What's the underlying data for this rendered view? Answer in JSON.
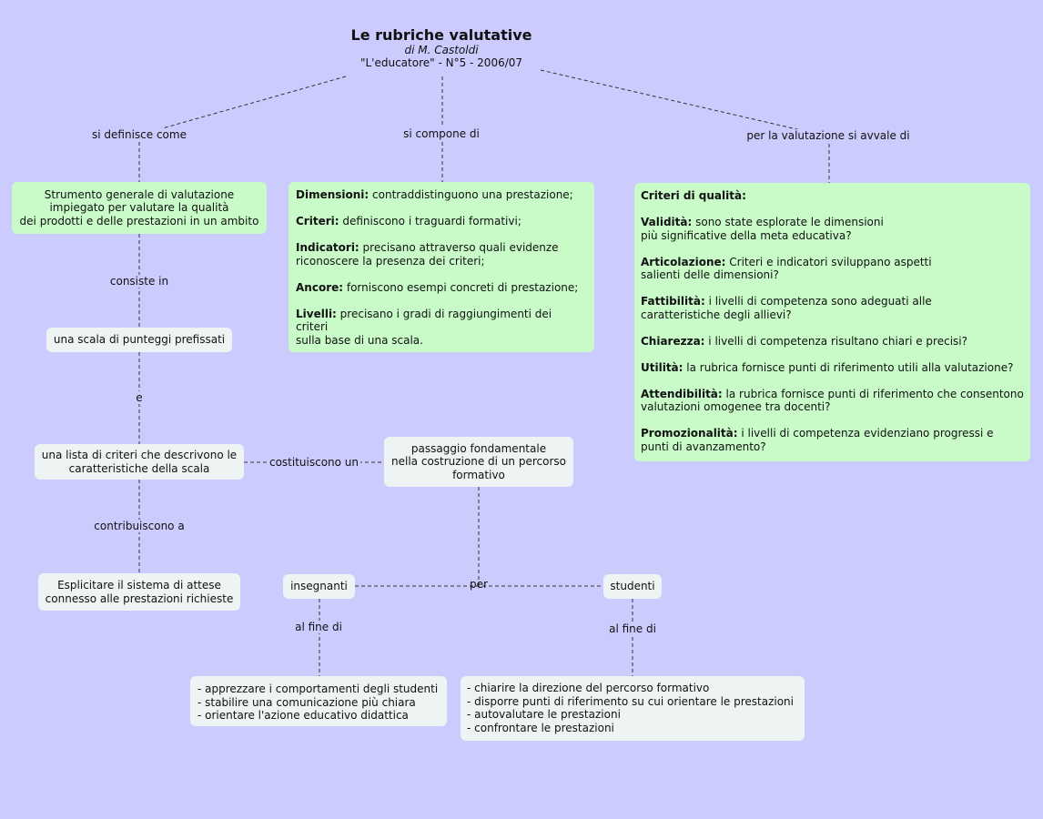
{
  "title": "Le rubriche valutative",
  "author": "di M. Castoldi",
  "source": "\"L'educatore\" - N°5 - 2006/07",
  "links": {
    "si_definisce_come": "si definisce come",
    "si_compone_di": "si compone di",
    "per_la_valutazione": "per la valutazione si avvale di",
    "consiste_in": "consiste in",
    "e": "e",
    "costituiscono_un": "costituiscono un",
    "contribuiscono_a": "contribuiscono a",
    "per": "per",
    "al_fine_di_insegnanti": "al fine di",
    "al_fine_di_studenti": "al fine di"
  },
  "definition": {
    "lines": [
      "Strumento generale di valutazione",
      "impiegato per valutare la qualità",
      "dei prodotti e delle prestazioni in un ambito"
    ]
  },
  "scale": "una scala di punteggi prefissati",
  "criteria_list": {
    "lines": [
      "una lista di criteri che descrivono le",
      "caratteristiche della scala"
    ]
  },
  "explicit": {
    "lines": [
      "Esplicitare il sistema di attese",
      "connesso alle prestazioni richieste"
    ]
  },
  "passage": {
    "lines": [
      "passaggio fondamentale",
      "nella costruzione di un percorso",
      "formativo"
    ]
  },
  "components": [
    {
      "term": "Dimensioni:",
      "lines": [
        " contraddistinguono una prestazione;"
      ]
    },
    {
      "term": "Criteri:",
      "lines": [
        " definiscono i traguardi formativi;"
      ]
    },
    {
      "term": "Indicatori:",
      "lines": [
        " precisano attraverso quali evidenze",
        "riconoscere la presenza dei criteri;"
      ]
    },
    {
      "term": "Ancore:",
      "lines": [
        " forniscono esempi concreti di prestazione;"
      ]
    },
    {
      "term": "Livelli:",
      "lines": [
        " precisano i gradi di raggiungimenti dei criteri",
        "sulla base di una scala."
      ]
    }
  ],
  "quality": {
    "heading": "Criteri di qualità:",
    "items": [
      {
        "term": "Validità:",
        "lines": [
          " sono state esplorate le dimensioni",
          "più significative della meta educativa?"
        ]
      },
      {
        "term": "Articolazione:",
        "lines": [
          " Criteri e indicatori sviluppano aspetti",
          "salienti delle dimensioni?"
        ]
      },
      {
        "term": "Fattibilità:",
        "lines": [
          " i livelli di competenza sono adeguati alle",
          "caratteristiche degli allievi?"
        ]
      },
      {
        "term": "Chiarezza:",
        "lines": [
          " i livelli di competenza risultano chiari e precisi?"
        ]
      },
      {
        "term": "Utilità:",
        "lines": [
          " la rubrica fornisce punti di riferimento utili alla valutazione?"
        ]
      },
      {
        "term": "Attendibilità:",
        "lines": [
          " la rubrica fornisce punti di riferimento che consentono",
          "valutazioni omogenee tra docenti?"
        ]
      },
      {
        "term": "Promozionalità:",
        "lines": [
          " i livelli di competenza evidenziano progressi e",
          "punti di avanzamento?"
        ]
      }
    ]
  },
  "teachers": {
    "label": "insegnanti",
    "goals": [
      "- apprezzare i comportamenti degli studenti",
      "- stabilire una comunicazione più chiara",
      "- orientare l'azione educativo didattica"
    ]
  },
  "students": {
    "label": "studenti",
    "goals": [
      "- chiarire la direzione del percorso formativo",
      "- disporre punti di riferimento su cui orientare le prestazioni",
      "- autovalutare le prestazioni",
      "- confrontare le prestazioni"
    ]
  },
  "colors": {
    "background": "#cbcbfd",
    "concept_green": "#c8fbc8",
    "concept_light": "#eef3f4",
    "connector": "#333333"
  }
}
